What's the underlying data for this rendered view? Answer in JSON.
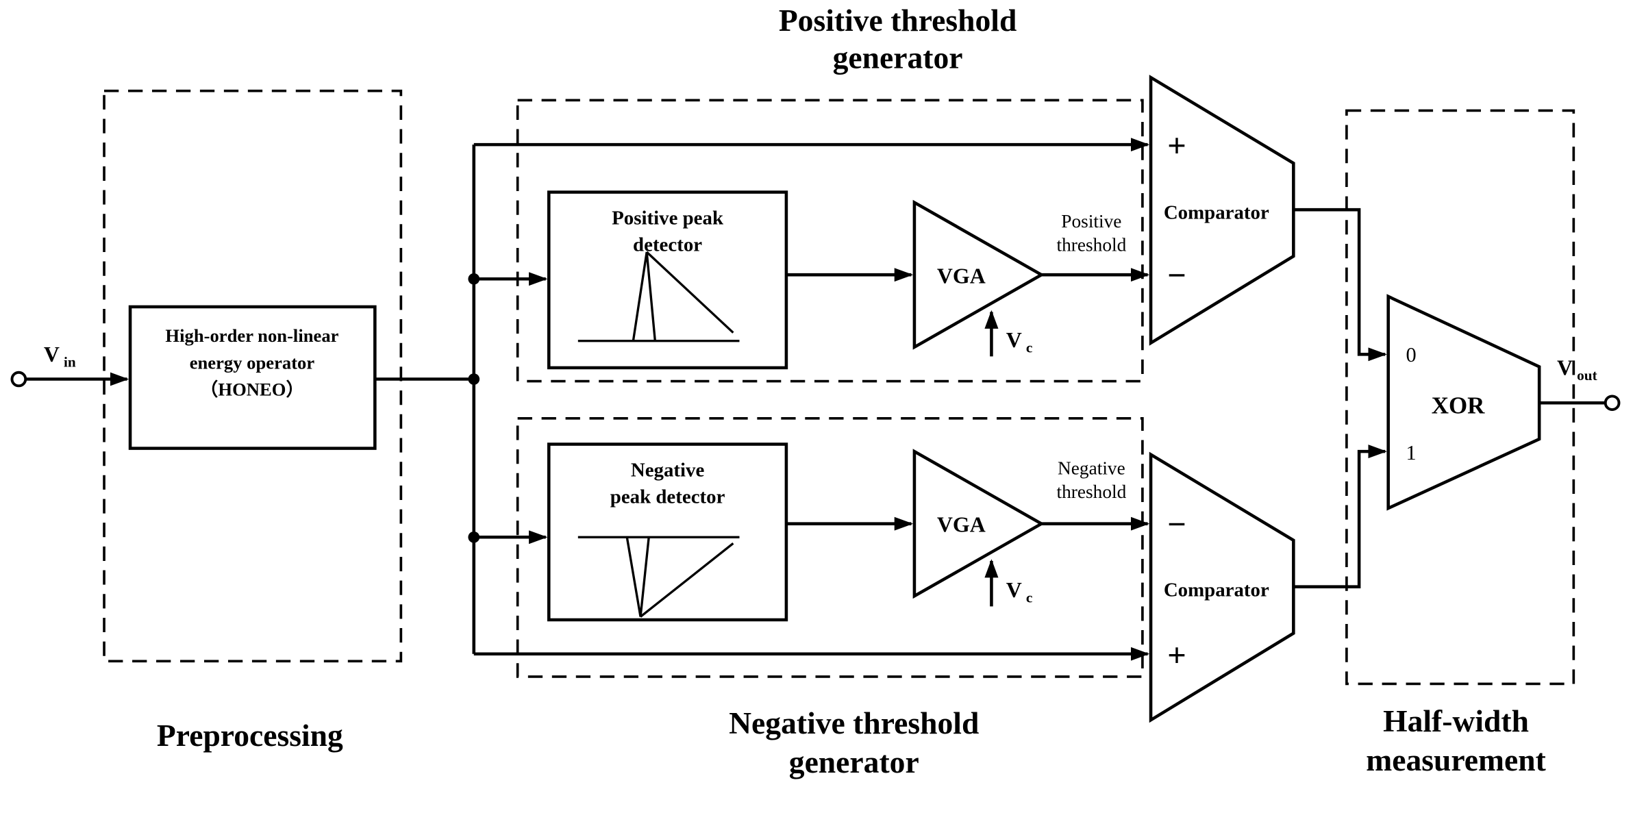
{
  "diagram": {
    "regions": {
      "preprocessing": "Preprocessing",
      "positive_generator": {
        "line1": "Positive threshold",
        "line2": "generator"
      },
      "negative_generator": {
        "line1": "Negative threshold",
        "line2": "generator"
      },
      "half_width": {
        "line1": "Half-width",
        "line2": "measurement"
      }
    },
    "blocks": {
      "honeo": {
        "line1": "High-order non-linear",
        "line2": "energy operator",
        "line3": "（HONEO）"
      },
      "positive_peak": {
        "line1": "Positive peak",
        "line2": "detector"
      },
      "negative_peak": {
        "line1": "Negative",
        "line2": "peak detector"
      },
      "vga": "VGA",
      "comparator": "Comparator",
      "xor": "XOR"
    },
    "signals": {
      "v": "V",
      "vin_sub": "in",
      "vout_sub": "out",
      "vc_sub": "c",
      "positive_threshold": {
        "line1": "Positive",
        "line2": "threshold"
      },
      "negative_threshold": {
        "line1": "Negative",
        "line2": "threshold"
      },
      "plus": "+",
      "minus": "−",
      "xor_input0": "0",
      "xor_input1": "1"
    },
    "colors": {
      "stroke": "#000000",
      "background": "#ffffff"
    }
  }
}
